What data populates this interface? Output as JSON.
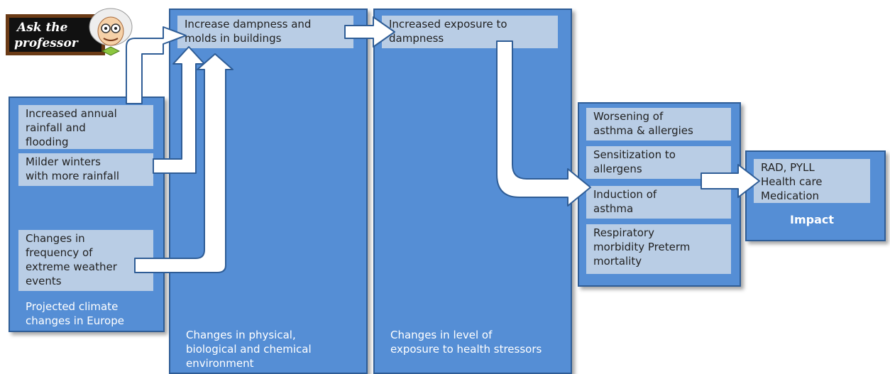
{
  "logo": {
    "text_line1": "Ask the",
    "text_line2": "professor"
  },
  "columns": {
    "climate": {
      "items": [
        "Increased annual\nrainfall and\nflooding",
        "Milder winters\nwith more rainfall",
        "Changes in\nfrequency of\nextreme weather\nevents"
      ],
      "label": "Projected climate\nchanges in Europe"
    },
    "environment": {
      "item": "Increase dampness and\nmolds in buildings",
      "label": "Changes in physical,\nbiological and chemical\nenvironment"
    },
    "exposure": {
      "item": "Increased exposure to\ndampness",
      "label": "Changes in level of\nexposure to health stressors"
    },
    "health": {
      "items": [
        "Worsening of\nasthma & allergies",
        "Sensitization to\nallergens",
        "Induction of\nasthma",
        "Respiratory\nmorbidity Preterm\nmortality"
      ]
    },
    "impact": {
      "item": "RAD, PYLL\nHealth care\nMedication",
      "label": "Impact"
    }
  },
  "colors": {
    "panel": "#558ed5",
    "box": "#b9cde5",
    "panel_border": "#2f5d96",
    "arrow_fill": "#ffffff",
    "arrow_stroke": "#2f5d96"
  }
}
